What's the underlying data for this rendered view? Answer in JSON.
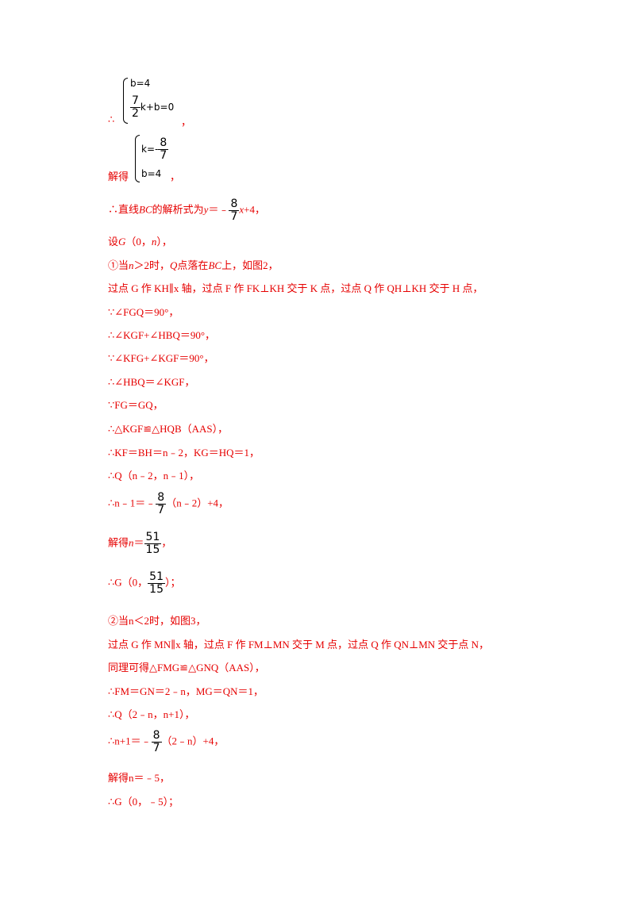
{
  "sys1": {
    "therefore": "∴",
    "eq1": "b=4",
    "frac_num": "7",
    "frac_den": "2",
    "eq2_rest": "k+b=0",
    "tail": "，"
  },
  "sys2": {
    "prefix": "解得",
    "eq1_left": "k=-",
    "frac_num": "8",
    "frac_den": "7",
    "eq2": "b=4",
    "tail": "，"
  },
  "lines": {
    "l1_a": "∴直线",
    "l1_b": "BC",
    "l1_c": "的解析式为",
    "l1_d": "y",
    "l1_e": "＝﹣",
    "l1_frac_num": "8",
    "l1_frac_den": "7",
    "l1_f": "x",
    "l1_g": "+4，",
    "l2": "设",
    "l2_g": "G",
    "l2_rest": "（0，",
    "l2_n": "n",
    "l2_end": "），",
    "l3": "①当",
    "l3_n": "n",
    "l3_b": "＞2时，",
    "l3_q": "Q",
    "l3_c": "点落在",
    "l3_bc": "BC",
    "l3_d": "上，如图2，",
    "l4": "过点 G 作 KH∥x 轴，过点 F 作 FK⊥KH 交于 K 点，过点 Q 作 QH⊥KH 交于 H 点，",
    "l5": "∵∠FGQ＝90°，",
    "l6": "∴∠KGF+∠HBQ＝90°，",
    "l7": "∵∠KFG+∠KGF＝90°，",
    "l8": "∴∠HBQ＝∠KGF，",
    "l9": "∵FG＝GQ，",
    "l10": "∴△KGF≌△HQB（AAS），",
    "l11": "∴KF＝BH＝n﹣2，KG＝HQ＝1，",
    "l12": "∴Q（n﹣2，n﹣1），",
    "l13_a": "∴n﹣1＝﹣",
    "l13_num": "8",
    "l13_den": "7",
    "l13_b": "（n﹣2）+4，",
    "l14_a": "解得",
    "l14_n": "n",
    "l14_b": "＝",
    "l14_num": "51",
    "l14_den": "15",
    "l14_c": "，",
    "l15_a": "∴G（0，",
    "l15_num": "51",
    "l15_den": "15",
    "l15_b": "）；",
    "l16": "②当n＜2时，如图3，",
    "l17": "过点 G 作 MN∥x 轴，过点 F 作 FM⊥MN 交于 M 点，过点 Q 作 QN⊥MN 交于点 N，",
    "l18": "同理可得△FMG≌△GNQ（AAS），",
    "l19": "∴FM＝GN＝2﹣n，MG＝QN＝1，",
    "l20": "∴Q（2﹣n，n+1），",
    "l21_a": "∴n+1＝﹣",
    "l21_num": "8",
    "l21_den": "7",
    "l21_b": "（2﹣n）+4，",
    "l22": "解得n＝﹣5，",
    "l23": "∴G（0，﹣5）；"
  }
}
